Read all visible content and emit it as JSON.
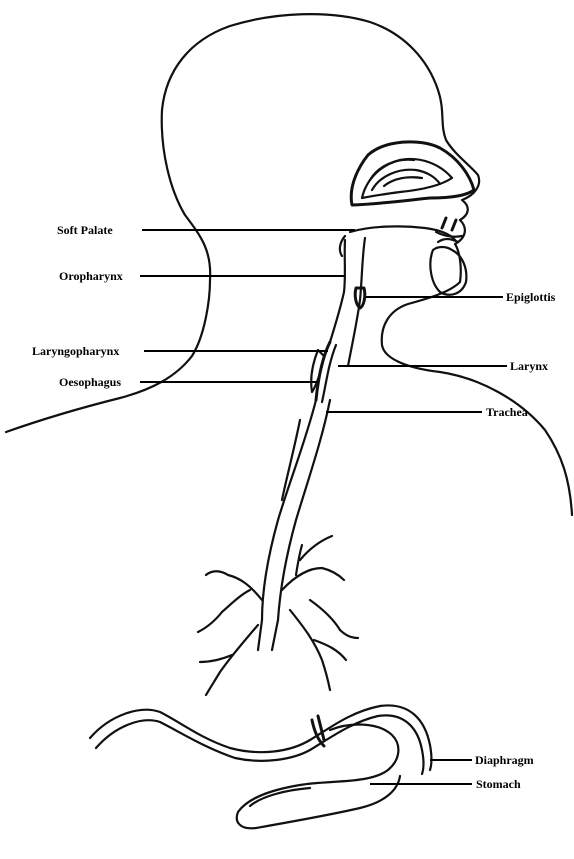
{
  "labels": {
    "soft_palate": "Soft Palate",
    "oropharynx": "Oropharynx",
    "laryngopharynx": "Laryngopharynx",
    "oesophagus": "Oesophagus",
    "epiglottis": "Epiglottis",
    "larynx": "Larynx",
    "trachea": "Trachea",
    "diaphragm": "Diaphragm",
    "stomach": "Stomach"
  }
}
